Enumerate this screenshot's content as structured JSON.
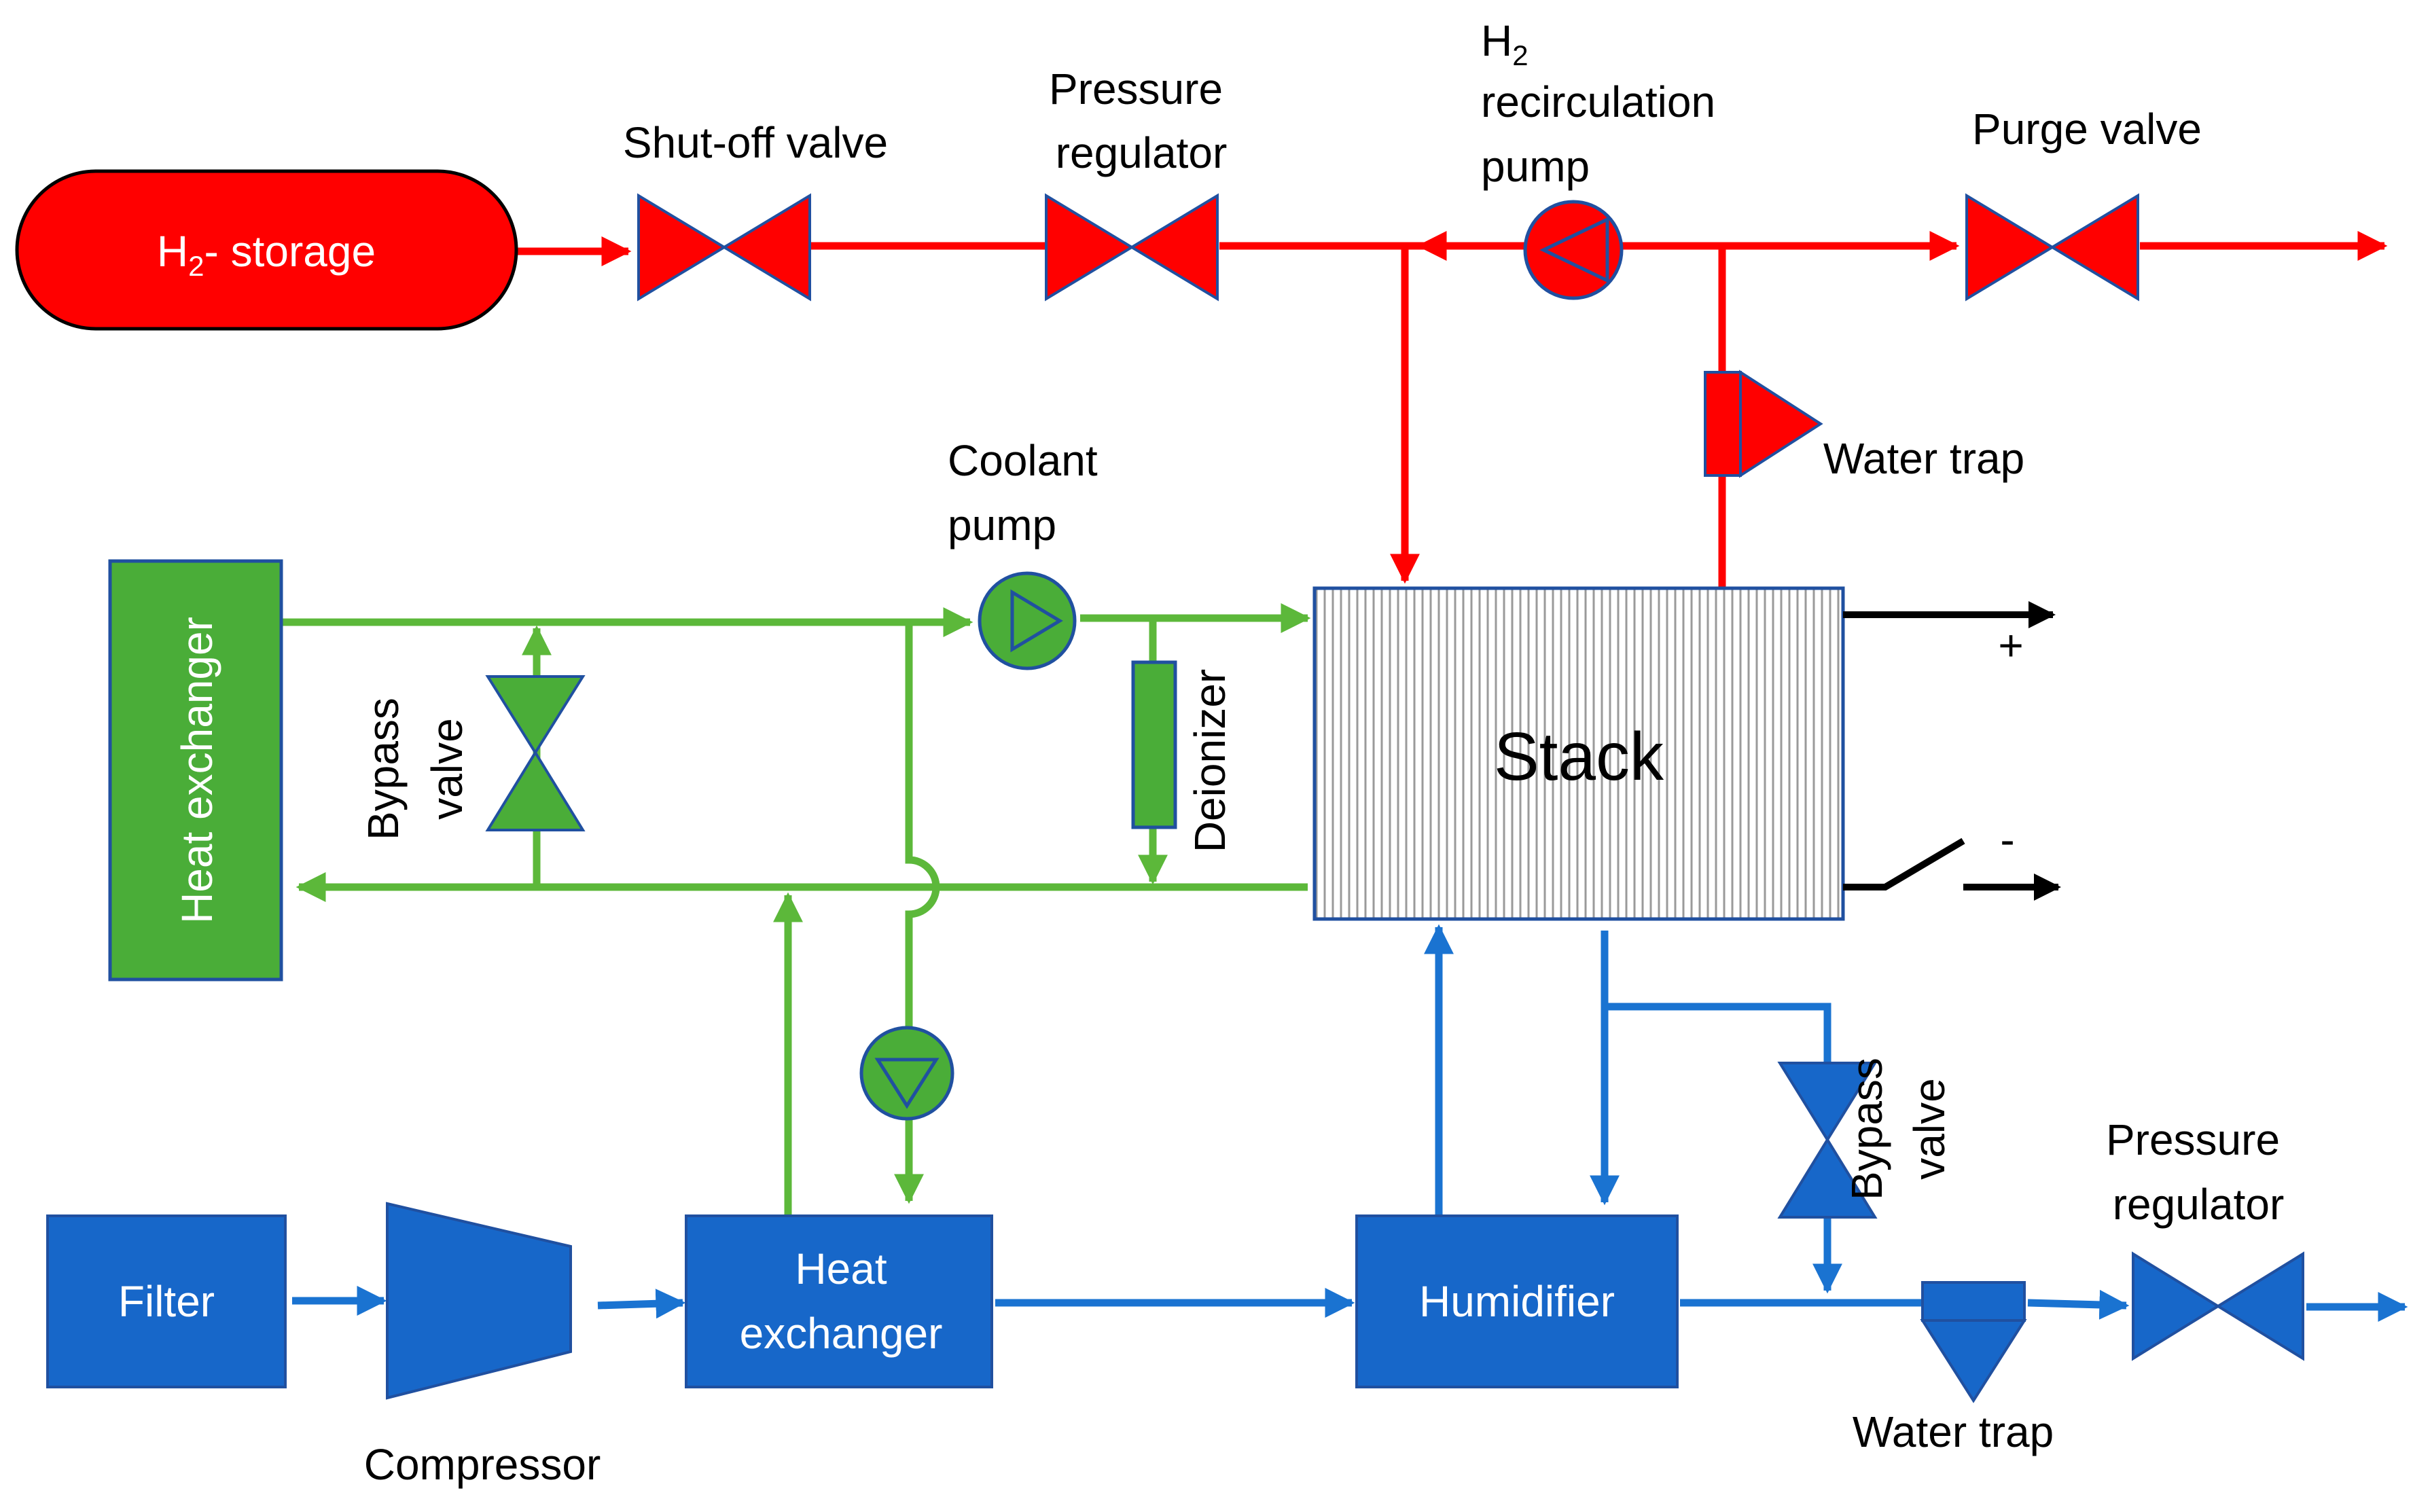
{
  "colors": {
    "hydrogen": "#ff0000",
    "coolant": "#5cb83a",
    "air": "#1a73d1",
    "component_border": "#2050a0",
    "coolant_fill": "#4aad38",
    "air_fill": "#1767c9",
    "stack_hatch": "#9a9a9a",
    "electric": "#000000"
  },
  "hydrogen_line": {
    "storage": {
      "main": "H",
      "sub": "2",
      "suffix": "- storage"
    },
    "shutoff_valve": "Shut-off valve",
    "pressure_regulator": [
      "Pressure",
      "regulator"
    ],
    "recirculation_pump": {
      "main": "H",
      "sub": "2",
      "line2": "recirculation",
      "line3": "pump"
    },
    "purge_valve": "Purge valve",
    "water_trap": "Water trap"
  },
  "coolant_loop": {
    "heat_exchanger": "Heat exchanger",
    "bypass_valve": [
      "Bypass",
      "valve"
    ],
    "coolant_pump": [
      "Coolant",
      "pump"
    ],
    "deionizer": "Deionizer"
  },
  "stack": {
    "label": "Stack",
    "plus": "+",
    "minus": "-"
  },
  "air_line": {
    "filter": "Filter",
    "compressor": "Compressor",
    "heat_exchanger": [
      "Heat",
      "exchanger"
    ],
    "humidifier": "Humidifier",
    "bypass_valve": [
      "Bypass",
      "valve"
    ],
    "water_trap": "Water trap",
    "pressure_regulator": [
      "Pressure",
      "regulator"
    ]
  }
}
